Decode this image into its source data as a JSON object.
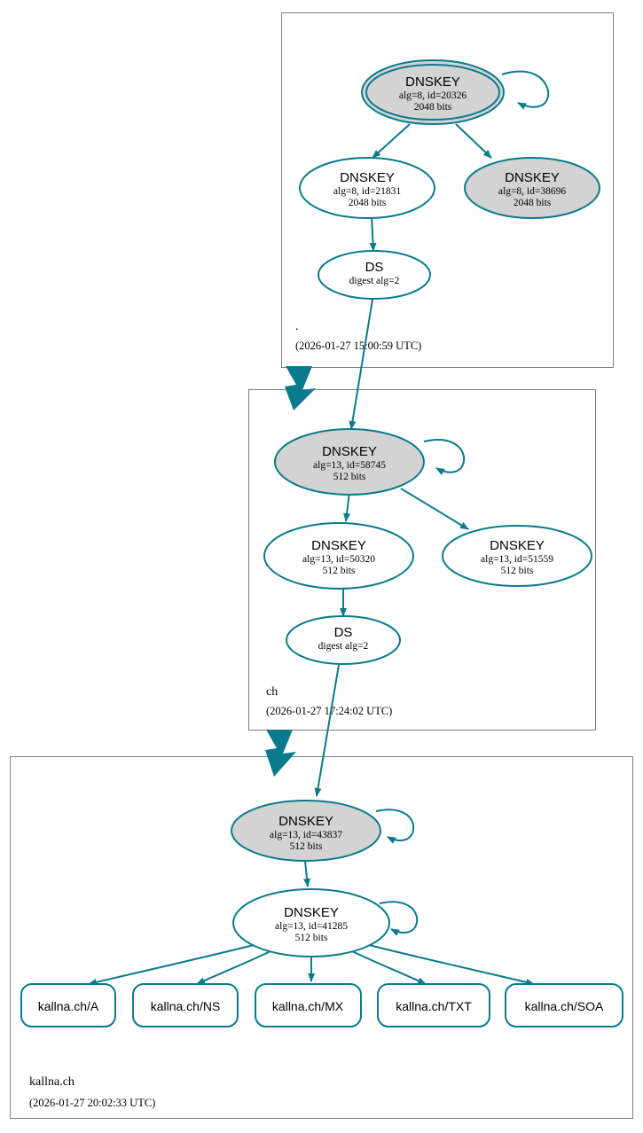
{
  "diagram": {
    "kind": "dnssec-authentication-chain",
    "colors": {
      "accent": "#0a7b8c",
      "secure_key_fill": "#d3d3d3",
      "plain_fill": "#ffffff",
      "zone_border": "#808080"
    }
  },
  "zones": [
    {
      "id": "root",
      "name": ".",
      "timestamp": "(2026-01-27 15:00:59 UTC)",
      "nodes": [
        {
          "id": "root-ksk",
          "type": "DNSKEY",
          "title": "DNSKEY",
          "line2": "alg=8, id=20326",
          "line3": "2048 bits",
          "shaded": true,
          "trust_anchor": true,
          "self_sign": true
        },
        {
          "id": "root-zsk",
          "type": "DNSKEY",
          "title": "DNSKEY",
          "line2": "alg=8, id=21831",
          "line3": "2048 bits",
          "shaded": false,
          "trust_anchor": false,
          "self_sign": false
        },
        {
          "id": "root-key3",
          "type": "DNSKEY",
          "title": "DNSKEY",
          "line2": "alg=8, id=38696",
          "line3": "2048 bits",
          "shaded": true,
          "trust_anchor": false,
          "self_sign": false
        },
        {
          "id": "root-ds",
          "type": "DS",
          "title": "DS",
          "line2": "digest alg=2",
          "line3": "",
          "shaded": false,
          "trust_anchor": false,
          "self_sign": false
        }
      ]
    },
    {
      "id": "ch",
      "name": "ch",
      "timestamp": "(2026-01-27 17:24:02 UTC)",
      "nodes": [
        {
          "id": "ch-ksk",
          "type": "DNSKEY",
          "title": "DNSKEY",
          "line2": "alg=13, id=58745",
          "line3": "512 bits",
          "shaded": true,
          "trust_anchor": false,
          "self_sign": true
        },
        {
          "id": "ch-zsk",
          "type": "DNSKEY",
          "title": "DNSKEY",
          "line2": "alg=13, id=50320",
          "line3": "512 bits",
          "shaded": false,
          "trust_anchor": false,
          "self_sign": false
        },
        {
          "id": "ch-key3",
          "type": "DNSKEY",
          "title": "DNSKEY",
          "line2": "alg=13, id=51559",
          "line3": "512 bits",
          "shaded": false,
          "trust_anchor": false,
          "self_sign": false
        },
        {
          "id": "ch-ds",
          "type": "DS",
          "title": "DS",
          "line2": "digest alg=2",
          "line3": "",
          "shaded": false,
          "trust_anchor": false,
          "self_sign": false
        }
      ]
    },
    {
      "id": "kallna",
      "name": "kallna.ch",
      "timestamp": "(2026-01-27 20:02:33 UTC)",
      "nodes": [
        {
          "id": "k-ksk",
          "type": "DNSKEY",
          "title": "DNSKEY",
          "line2": "alg=13, id=43837",
          "line3": "512 bits",
          "shaded": true,
          "trust_anchor": false,
          "self_sign": true
        },
        {
          "id": "k-zsk",
          "type": "DNSKEY",
          "title": "DNSKEY",
          "line2": "alg=13, id=41285",
          "line3": "512 bits",
          "shaded": false,
          "trust_anchor": false,
          "self_sign": true
        }
      ],
      "rrsets": [
        {
          "id": "rr-a",
          "label": "kallna.ch/A"
        },
        {
          "id": "rr-ns",
          "label": "kallna.ch/NS"
        },
        {
          "id": "rr-mx",
          "label": "kallna.ch/MX"
        },
        {
          "id": "rr-txt",
          "label": "kallna.ch/TXT"
        },
        {
          "id": "rr-soa",
          "label": "kallna.ch/SOA"
        }
      ]
    }
  ]
}
